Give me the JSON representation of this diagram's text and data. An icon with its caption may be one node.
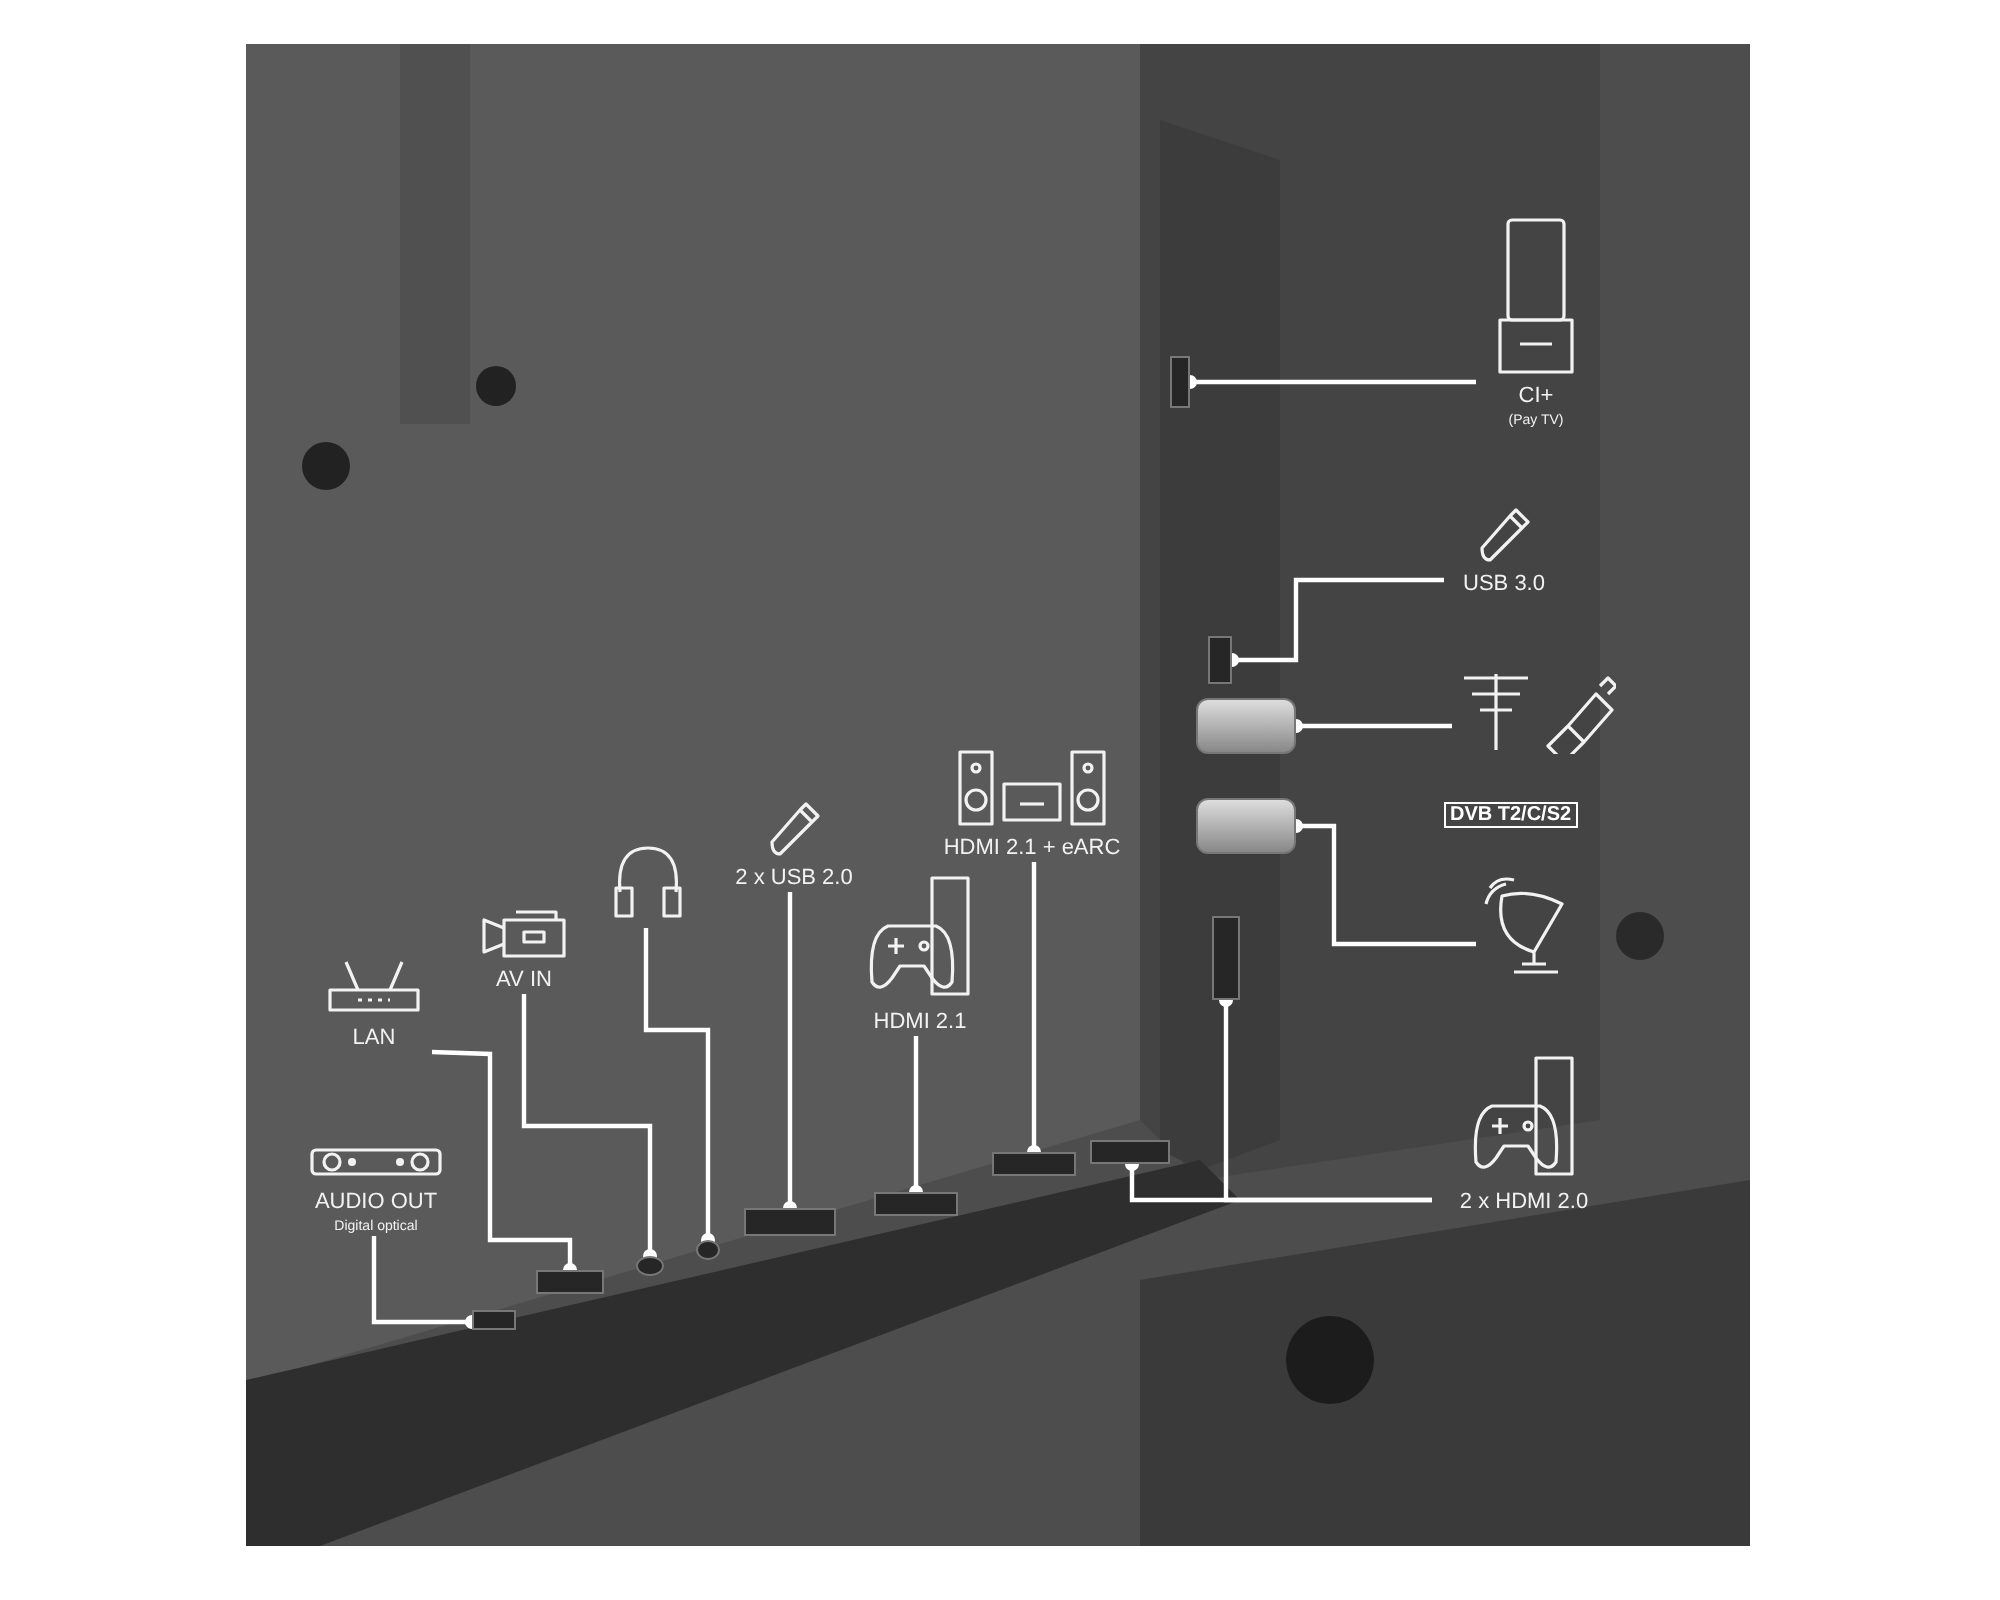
{
  "diagram": {
    "nodes": [
      {
        "text": [
          "CI+",
          "(Pay TV)"
        ]
      },
      {
        "text": [
          "USB 3.0"
        ]
      },
      {
        "text": [],
        "shape": "picture"
      },
      {
        "text": [],
        "shape": "picture"
      },
      {
        "text": [
          "2 x HDMI 2.0"
        ]
      },
      {
        "text": [
          "HDMI 2.1 + eARC"
        ]
      },
      {
        "text": [
          "HDMI 2.1"
        ]
      },
      {
        "text": [
          "2 x USB 2.0"
        ]
      },
      {
        "text": [],
        "shape": "picture"
      },
      {
        "text": [
          "AV IN"
        ]
      },
      {
        "text": [
          "LAN"
        ]
      },
      {
        "text": [
          "AUDIO OUT",
          "Digital optical"
        ]
      },
      {
        "text": [],
        "shape": "box"
      },
      {
        "text": [],
        "shape": "box"
      },
      {
        "text": [],
        "shape": "cylinder"
      },
      {
        "text": [],
        "shape": "cylinder"
      },
      {
        "text": [],
        "shape": "box"
      },
      {
        "text": [],
        "shape": "box"
      },
      {
        "text": [],
        "shape": "box"
      },
      {
        "text": [],
        "shape": "box"
      },
      {
        "text": [],
        "shape": "box"
      },
      {
        "text": [],
        "shape": "circle"
      },
      {
        "text": [],
        "shape": "circle"
      },
      {
        "text": [],
        "shape": "box"
      },
      {
        "text": [],
        "shape": "box"
      }
    ],
    "edges": [
      {
        "from": 0,
        "to": 12,
        "arrow": "other"
      },
      {
        "from": 1,
        "to": 13,
        "arrow": "other"
      },
      {
        "from": 2,
        "to": 14,
        "arrow": "other"
      },
      {
        "from": 3,
        "to": 15,
        "arrow": "other"
      },
      {
        "from": 4,
        "to": 16,
        "arrow": "other"
      },
      {
        "from": 4,
        "to": 17,
        "arrow": "other"
      },
      {
        "from": 5,
        "to": 18,
        "arrow": "other"
      },
      {
        "from": 6,
        "to": 19,
        "arrow": "other"
      },
      {
        "from": 7,
        "to": 20,
        "arrow": "other"
      },
      {
        "from": 8,
        "to": 21,
        "arrow": "other"
      },
      {
        "from": 9,
        "to": 22,
        "arrow": "other"
      },
      {
        "from": 10,
        "to": 23,
        "arrow": "other"
      },
      {
        "from": 11,
        "to": 24,
        "arrow": "other"
      }
    ],
    "labels": [
      "DVB T2/C/S2"
    ]
  }
}
